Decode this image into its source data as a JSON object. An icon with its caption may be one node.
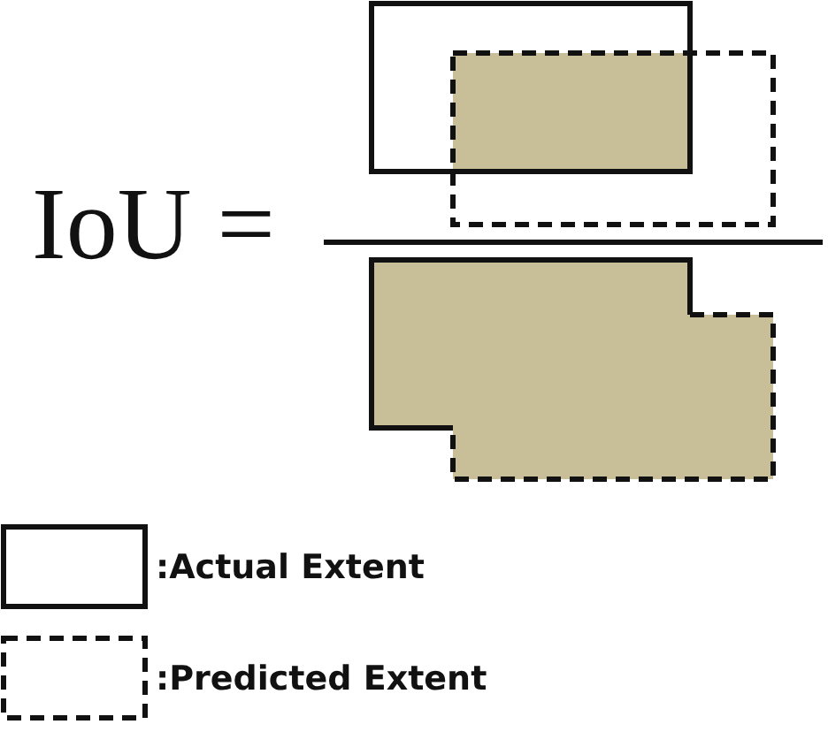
{
  "diagram": {
    "labels": [
      "IoU ="
    ],
    "legend": [
      {
        "text": ":Actual Extent"
      },
      {
        "text": ":Predicted Extent"
      }
    ]
  }
}
